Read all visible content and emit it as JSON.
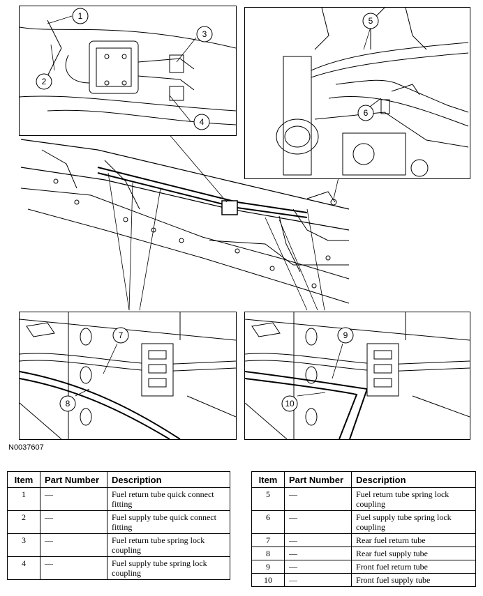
{
  "figure": {
    "id_label": "N0037607",
    "callouts": [
      "1",
      "2",
      "3",
      "4",
      "5",
      "6",
      "7",
      "8",
      "9",
      "10"
    ]
  },
  "table_left": {
    "headers": {
      "item": "Item",
      "part_number": "Part Number",
      "description": "Description"
    },
    "rows": [
      {
        "item": "1",
        "part_number": "—",
        "description": "Fuel return tube quick connect fitting"
      },
      {
        "item": "2",
        "part_number": "—",
        "description": "Fuel supply tube quick connect fitting"
      },
      {
        "item": "3",
        "part_number": "—",
        "description": "Fuel return tube spring lock coupling"
      },
      {
        "item": "4",
        "part_number": "—",
        "description": "Fuel supply tube spring lock coupling"
      }
    ]
  },
  "table_right": {
    "headers": {
      "item": "Item",
      "part_number": "Part Number",
      "description": "Description"
    },
    "rows": [
      {
        "item": "5",
        "part_number": "—",
        "description": "Fuel return tube spring lock coupling"
      },
      {
        "item": "6",
        "part_number": "—",
        "description": "Fuel supply tube spring lock coupling"
      },
      {
        "item": "7",
        "part_number": "—",
        "description": "Rear fuel return tube"
      },
      {
        "item": "8",
        "part_number": "—",
        "description": "Rear fuel supply tube"
      },
      {
        "item": "9",
        "part_number": "—",
        "description": "Front fuel return tube"
      },
      {
        "item": "10",
        "part_number": "—",
        "description": "Front fuel supply tube"
      }
    ]
  }
}
